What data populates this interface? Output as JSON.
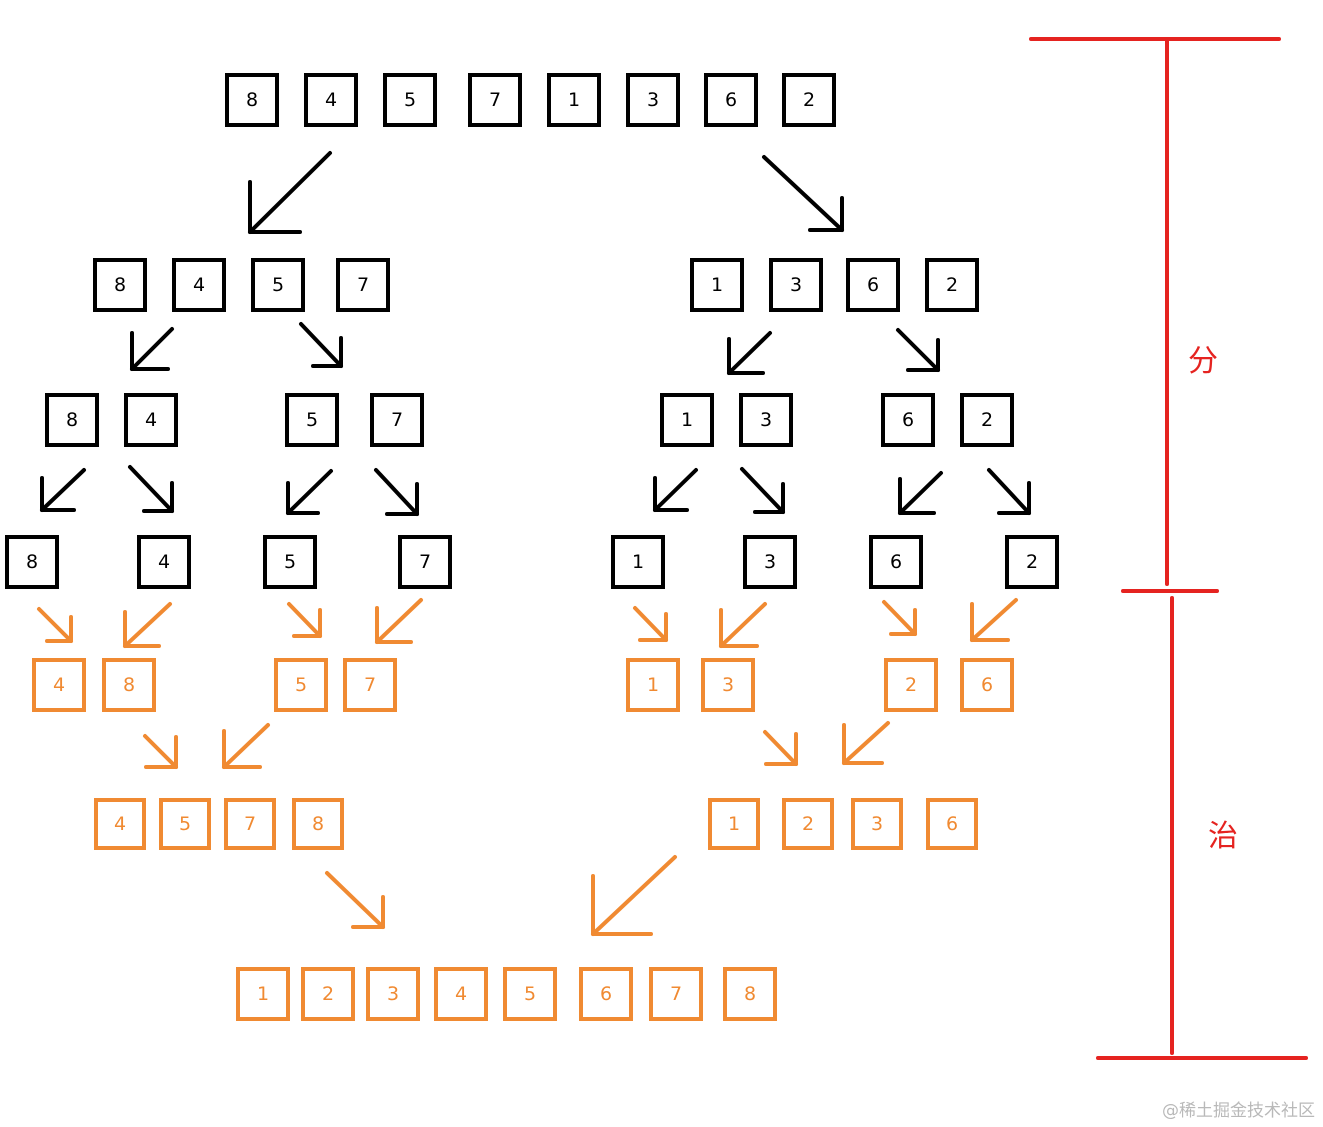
{
  "colors": {
    "divide": "#000000",
    "merge": "#f08a32",
    "bracket": "#e52320"
  },
  "divide_levels": [
    [
      "8",
      "4",
      "5",
      "7",
      "1",
      "3",
      "6",
      "2"
    ],
    [
      "8",
      "4",
      "5",
      "7",
      "1",
      "3",
      "6",
      "2"
    ],
    [
      "8",
      "4",
      "5",
      "7",
      "1",
      "3",
      "6",
      "2"
    ],
    [
      "8",
      "4",
      "5",
      "7",
      "1",
      "3",
      "6",
      "2"
    ]
  ],
  "merge_levels": [
    [
      "4",
      "8",
      "5",
      "7",
      "1",
      "3",
      "2",
      "6"
    ],
    [
      "4",
      "5",
      "7",
      "8",
      "1",
      "2",
      "3",
      "6"
    ],
    [
      "1",
      "2",
      "3",
      "4",
      "5",
      "6",
      "7",
      "8"
    ]
  ],
  "phase_labels": {
    "divide": "分",
    "merge": "治"
  },
  "watermark": "@稀土掘金技术社区"
}
